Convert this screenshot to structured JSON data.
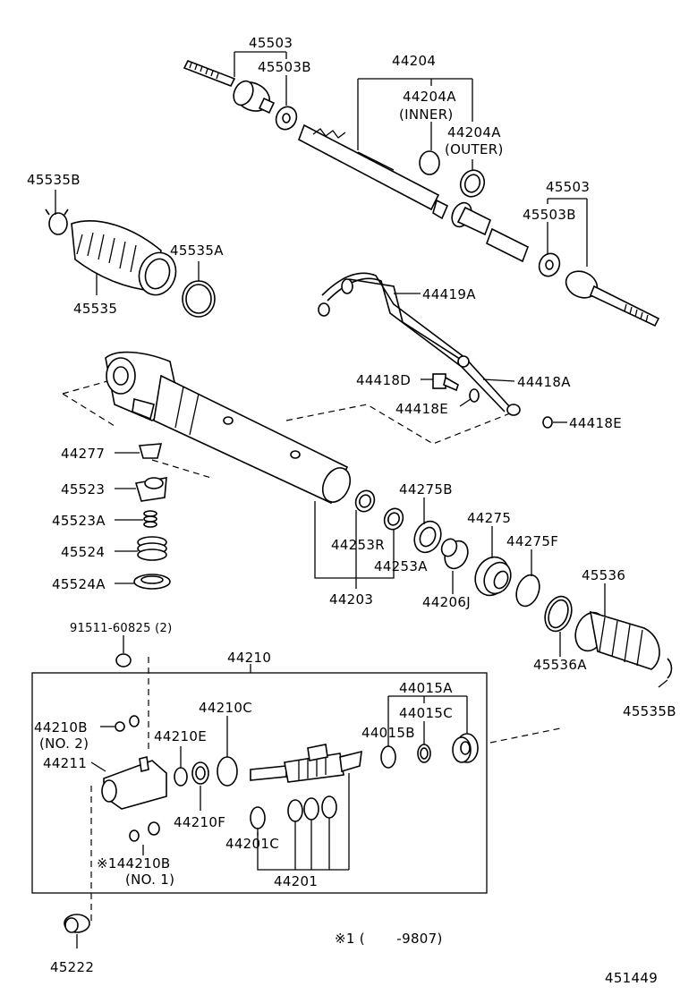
{
  "labels": {
    "p45503_top": "45503",
    "p45503B_top": "45503B",
    "p44204": "44204",
    "p44204A_inner": "44204A",
    "p44204A_inner_note": "(INNER)",
    "p44204A_outer": "44204A",
    "p44204A_outer_note": "(OUTER)",
    "p45535B_left": "45535B",
    "p45503_right": "45503",
    "p45503B_right": "45503B",
    "p45535A": "45535A",
    "p45535": "45535",
    "p44419A": "44419A",
    "p44418D": "44418D",
    "p44418A": "44418A",
    "p44418E_mid": "44418E",
    "p44418E_right": "44418E",
    "p44277": "44277",
    "p45523": "45523",
    "p45523A": "45523A",
    "p45524": "45524",
    "p45524A": "45524A",
    "p44275B": "44275B",
    "p44275": "44275",
    "p44275F": "44275F",
    "p44253R": "44253R",
    "p44253A": "44253A",
    "p44203": "44203",
    "p44206J": "44206J",
    "p45536": "45536",
    "p45536A": "45536A",
    "p91511": "91511-60825 (2)",
    "p44210": "44210",
    "p44015A": "44015A",
    "p44015C": "44015C",
    "p44015B": "44015B",
    "p44210B_no2": "44210B",
    "p44210B_no2_note": "(NO. 2)",
    "p44210C": "44210C",
    "p44210E": "44210E",
    "p44211": "44211",
    "p44210F": "44210F",
    "p44201C": "44201C",
    "p44210B_no1": "※144210B",
    "p44210B_no1_note": "(NO. 1)",
    "p44201": "44201",
    "p45535B_right": "45535B",
    "p45222": "45222",
    "footnote": "※1 (       -9807)",
    "figure_id": "451449"
  },
  "colors": {
    "line": "#000000",
    "background": "#ffffff"
  }
}
